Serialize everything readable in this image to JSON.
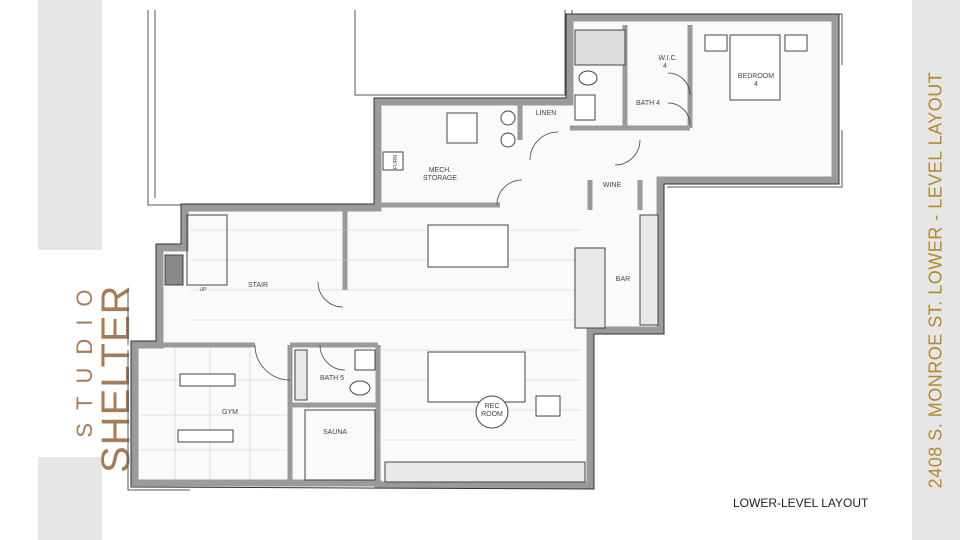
{
  "brand": {
    "line1": "STUDIO",
    "line2": "SHELTER"
  },
  "side_title": "2408 S. MONROE ST.  LOWER - LEVEL LAYOUT",
  "caption": "LOWER-LEVEL LAYOUT",
  "rooms": {
    "wic": "W.I.C.",
    "wic_num": "4",
    "bedroom": "BEDROOM",
    "bedroom_num": "4",
    "bath4": "BATH 4",
    "linen": "LINEN",
    "mech1": "MECH.",
    "mech2": "STORAGE",
    "furn": "FURN",
    "wine": "WINE",
    "stair": "STAIR",
    "up": "UP",
    "bar": "BAR",
    "bath5": "BATH 5",
    "sauna": "SAUNA",
    "gym": "GYM",
    "rec1": "REC",
    "rec2": "ROOM"
  },
  "colors": {
    "brand": "#a57c57",
    "title": "#b08a2e",
    "strip": "#e6e6e6",
    "wall": "#9a9a9a"
  }
}
